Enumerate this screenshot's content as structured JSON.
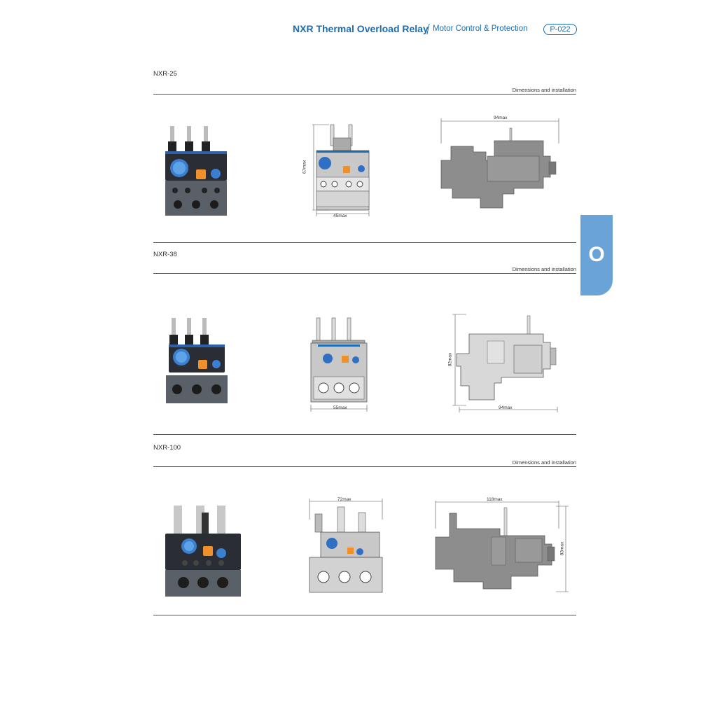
{
  "header": {
    "title": "NXR Thermal Overload Relay",
    "subtitle": "Motor Control & Protection",
    "page": "P-022"
  },
  "side_tab": {
    "letter": "O",
    "color": "#6aa3d8"
  },
  "accent_color": "#1b6db4",
  "sections": [
    {
      "model": "NXR-25",
      "caption": "Dimensions and installation",
      "dims": {
        "front_height": "67max",
        "front_width": "45max",
        "side_width": "94max"
      }
    },
    {
      "model": "NXR-38",
      "caption": "Dimensions and installation",
      "dims": {
        "front_width": "55max",
        "side_height": "82max",
        "side_width": "94max"
      }
    },
    {
      "model": "NXR-100",
      "caption": "Dimensions and installation",
      "dims": {
        "front_width": "72max",
        "side_width": "118max",
        "side_height": "83max"
      }
    }
  ]
}
